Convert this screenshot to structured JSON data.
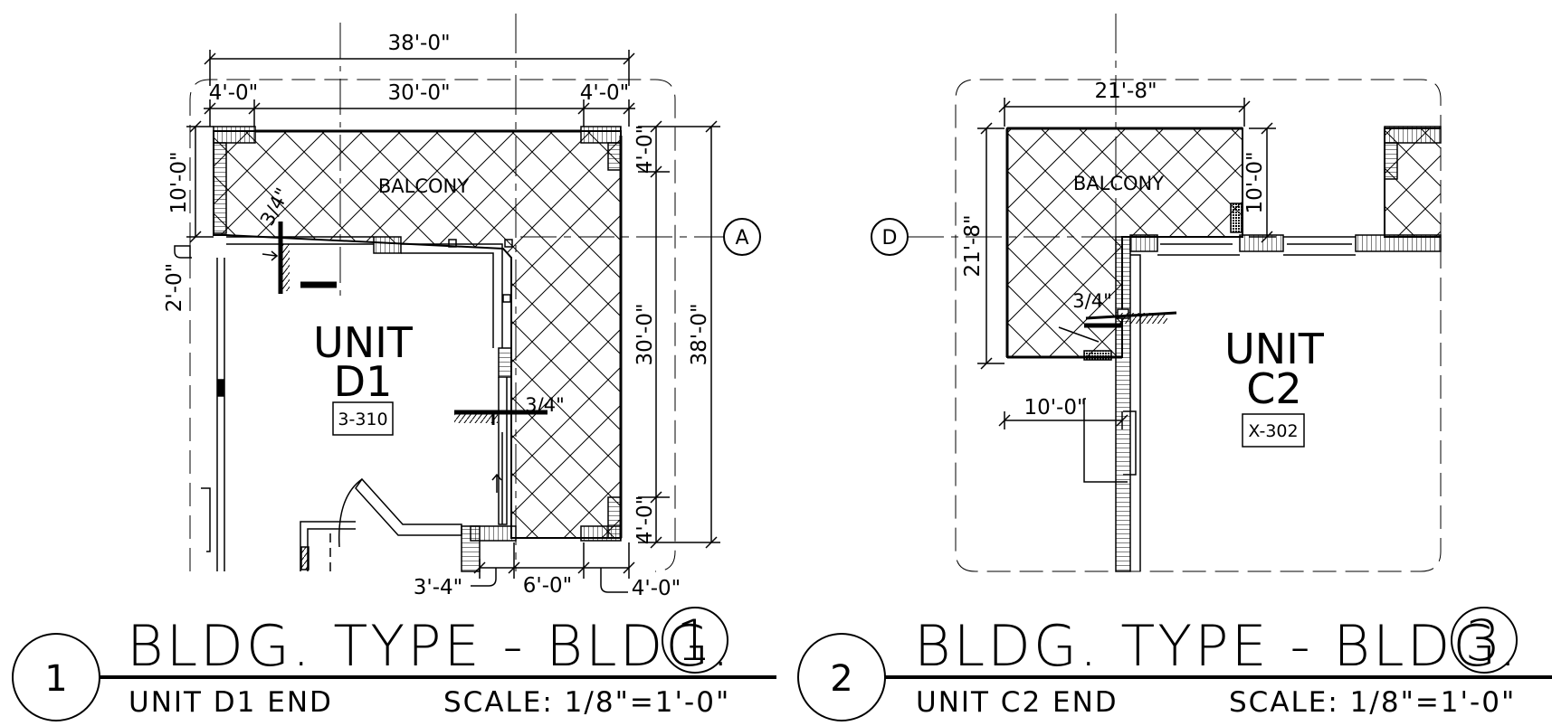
{
  "plan1": {
    "dim_overall_top": "38'-0\"",
    "dim_left_top": "4'-0\"",
    "dim_mid_top": "30'-0\"",
    "dim_right_top": "4'-0\"",
    "dim_left_balcony": "10'-0\"",
    "dim_left_lower": "2'-0\"",
    "dim_right_upper": "4'-0\"",
    "dim_right_mid": "30'-0\"",
    "dim_right_lower": "4'-0\"",
    "dim_right_overall": "38'-0\"",
    "dim_bottom_left": "3'-4\"",
    "dim_bottom_mid": "6'-0\"",
    "dim_bottom_right": "4'-0\"",
    "balcony_label": "BALCONY",
    "slope_upper": "3/4\"",
    "slope_lower": "3/4\"",
    "unit_line1": "UNIT",
    "unit_line2": "D1",
    "unit_tag": "3-310",
    "grid_label": "A",
    "title": "BLDG. TYPE - BLDG.",
    "title_number": "1",
    "detail_number": "1",
    "subtitle": "UNIT D1 END",
    "scale": "SCALE: 1/8\"=1'-0\""
  },
  "plan2": {
    "dim_top": "21'-8\"",
    "dim_left": "21'-8\"",
    "dim_right": "10'-0\"",
    "dim_bottom": "10'-0\"",
    "balcony_label": "BALCONY",
    "slope": "3/4\"",
    "unit_line1": "UNIT",
    "unit_line2": "C2",
    "unit_tag": "X-302",
    "grid_label": "D",
    "title": "BLDG. TYPE - BLDG.",
    "title_number": "3",
    "detail_number": "2",
    "subtitle": "UNIT C2 END",
    "scale": "SCALE: 1/8\"=1'-0\""
  }
}
